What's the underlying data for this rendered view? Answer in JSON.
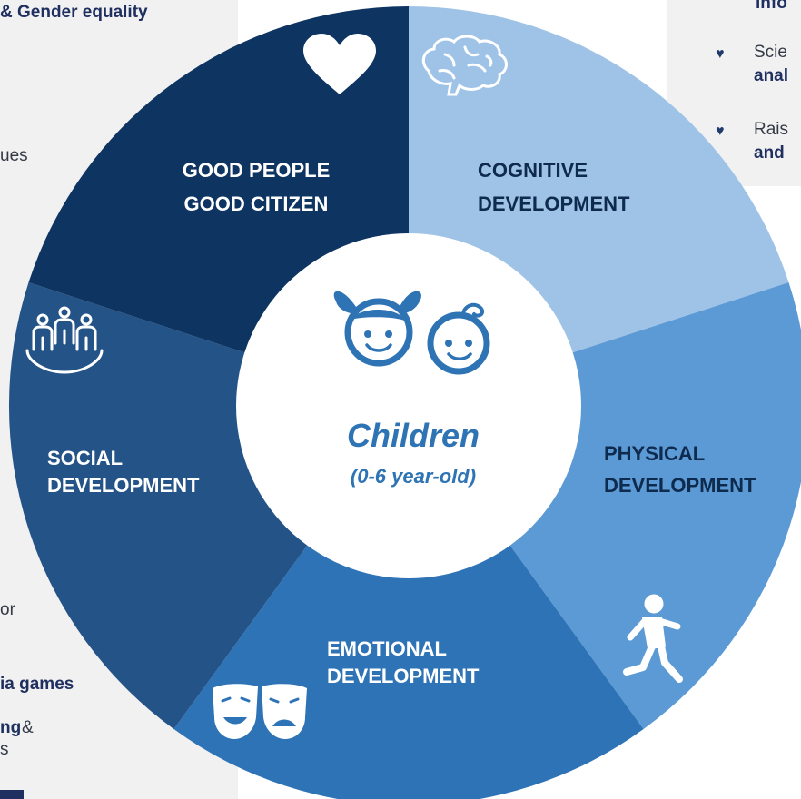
{
  "left_panel": {
    "fragments": [
      {
        "id": "gender",
        "text": "& Gender equality",
        "bold": true
      },
      {
        "id": "values",
        "text": "ues",
        "bold": false
      },
      {
        "id": "for",
        "text": "or",
        "bold": false
      },
      {
        "id": "games",
        "text": "ia games",
        "bold": true
      },
      {
        "id": "ng",
        "text": "ng",
        "bold": true
      },
      {
        "id": "amp",
        "text": "&",
        "bold": false
      },
      {
        "id": "s",
        "text": "s",
        "bold": false
      }
    ]
  },
  "right_panel": {
    "fragments": [
      {
        "id": "info",
        "text": "info",
        "bold": true
      },
      {
        "id": "scie",
        "text": "Scie",
        "bold": false
      },
      {
        "id": "anal",
        "text": "anal",
        "bold": true
      },
      {
        "id": "rais",
        "text": "Rais",
        "bold": false
      },
      {
        "id": "and",
        "text": "and",
        "bold": true
      }
    ]
  },
  "wheel": {
    "center": {
      "title": "Children",
      "subtitle": "(0-6 year-old)"
    },
    "segments": [
      {
        "id": "good",
        "line1": "GOOD PEOPLE",
        "line2": "GOOD CITIZEN",
        "color": "#0e3461",
        "icon": "heart-icon"
      },
      {
        "id": "cognitive",
        "line1": "COGNITIVE",
        "line2": "DEVELOPMENT",
        "color": "#9fc3e7",
        "icon": "brain-icon"
      },
      {
        "id": "physical",
        "line1": "PHYSICAL",
        "line2": "DEVELOPMENT",
        "color": "#5b9ad5",
        "icon": "running-child-icon"
      },
      {
        "id": "emotional",
        "line1": "EMOTIONAL",
        "line2": "DEVELOPMENT",
        "color": "#2f73b7",
        "icon": "theater-masks-icon"
      },
      {
        "id": "social",
        "line1": "SOCIAL",
        "line2": "DEVELOPMENT",
        "color": "#245388",
        "icon": "people-group-icon"
      }
    ],
    "center_icon": "children-faces-icon"
  }
}
